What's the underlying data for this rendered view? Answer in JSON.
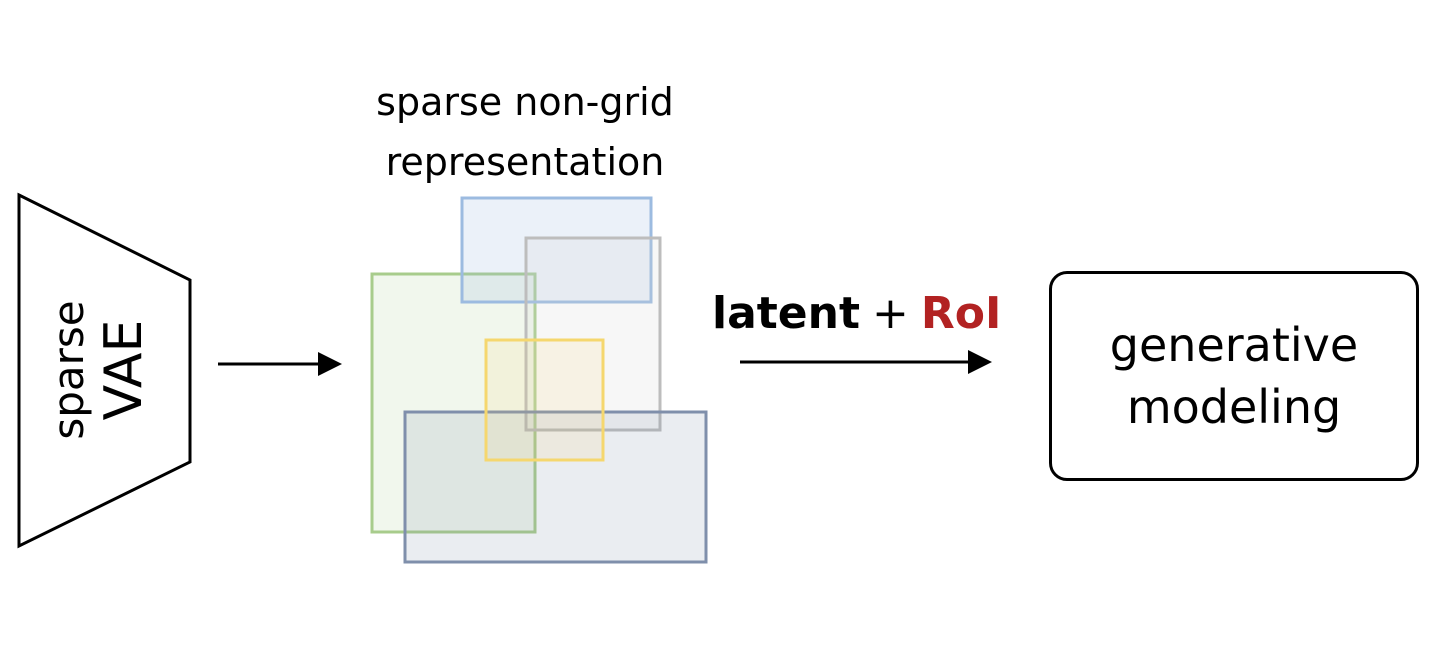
{
  "caption": {
    "line1": "sparse non-grid",
    "line2": "representation"
  },
  "encoder": {
    "line1": "sparse",
    "line2": "VAE"
  },
  "arrow_label": {
    "latent": "latent",
    "plus": "+",
    "roi": "RoI"
  },
  "output_box": {
    "line1": "generative",
    "line2": "modeling"
  },
  "colors": {
    "roi_text": "#b22222",
    "box_green": "#a8cc8c",
    "box_blue": "#9cbbe0",
    "box_gray": "#bdbdbd",
    "box_yellow": "#f5d76e",
    "box_slate": "#7f8fab"
  }
}
